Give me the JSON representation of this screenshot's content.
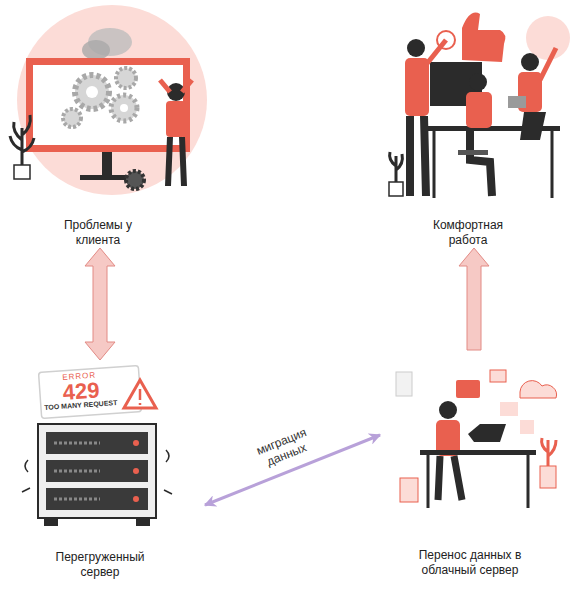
{
  "diagram": {
    "nodes": [
      {
        "text": [
          "Проблемы у клиента"
        ]
      },
      {
        "text": [
          "Комфортная работа"
        ]
      },
      {
        "text": [
          "Перегруженный сервер"
        ]
      },
      {
        "text": [
          "Перенос данных в облачный сервер"
        ]
      }
    ],
    "edges": [
      {
        "from": 0,
        "to": 2,
        "arrow": "both"
      },
      {
        "from": 2,
        "to": 3,
        "label": "миграция данных",
        "arrow": "both"
      },
      {
        "from": 3,
        "to": 1,
        "arrow": "to"
      }
    ],
    "labels": [
      "ERROR",
      "429",
      "TOO MANY REQUEST"
    ]
  }
}
